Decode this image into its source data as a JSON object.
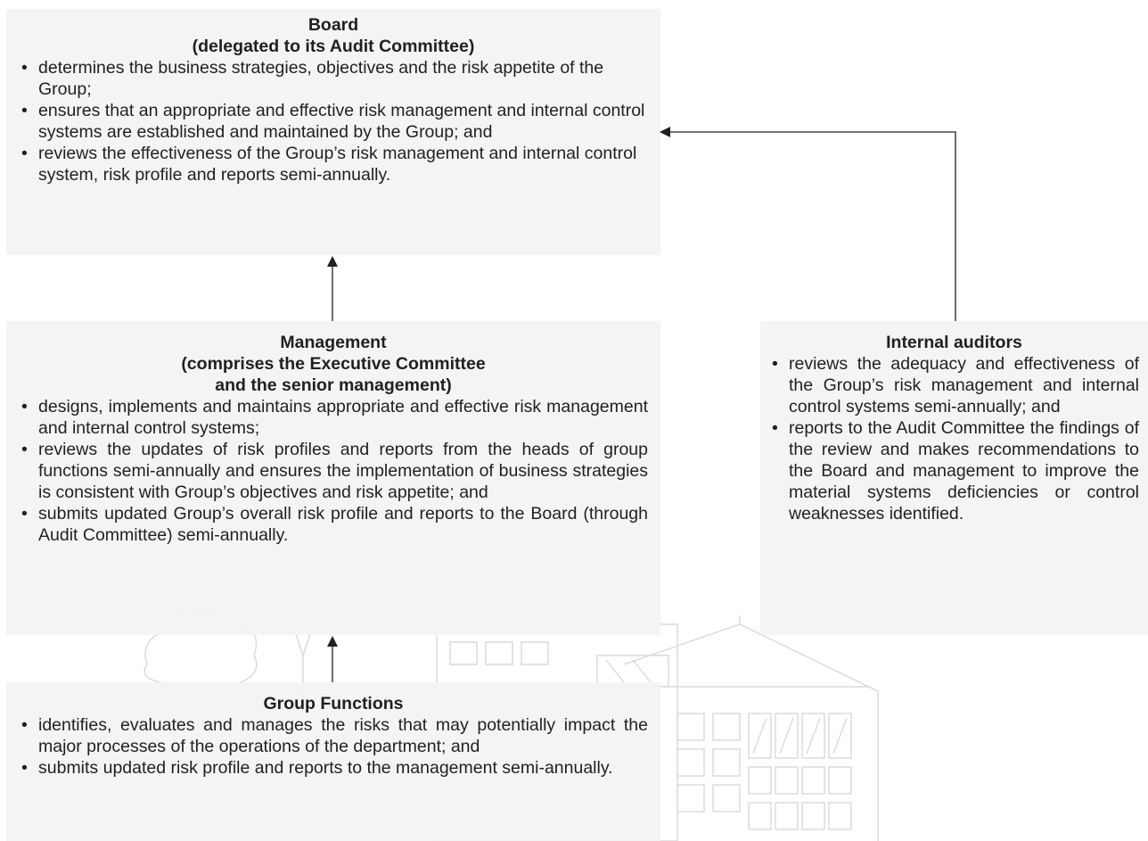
{
  "board": {
    "title_line1": "Board",
    "title_line2": "(delegated to its Audit Committee)",
    "items": [
      "determines the business strategies, objectives and the risk appetite of the Group;",
      "ensures that an appropriate and effective risk management and internal control systems are established and maintained by the Group; and",
      "reviews the effectiveness of the Group’s risk management and internal control system, risk profile and reports semi-annually."
    ]
  },
  "management": {
    "title_line1": "Management",
    "title_line2": "(comprises the Executive Committee",
    "title_line3": "and the senior management)",
    "items": [
      "designs, implements and maintains appropriate and effective risk management and internal control systems;",
      "reviews the updates of risk profiles and reports from the heads of group functions semi-annually and ensures the implementation of business strategies is consistent with Group’s objectives and risk appetite; and",
      "submits updated Group’s overall risk profile and reports to the Board (through Audit Committee) semi-annually."
    ]
  },
  "internal_auditors": {
    "title": "Internal auditors",
    "items": [
      "reviews the adequacy and effectiveness of the Group’s risk management and internal control systems semi-annually; and",
      "reports to the Audit Committee the findings of the review and makes recommendations to the Board and management to improve the material systems deficiencies or control weaknesses identified."
    ]
  },
  "group_functions": {
    "title": "Group Functions",
    "items": [
      "identifies, evaluates and manages the risks that may potentially impact the major processes of the operations of the department; and",
      "submits updated risk profile and reports to the management semi-annually."
    ]
  },
  "colors": {
    "box_fill": "#f3f3f3",
    "text": "#231f20",
    "arrow": "#231f20",
    "background_art": "#d6d6d6"
  }
}
